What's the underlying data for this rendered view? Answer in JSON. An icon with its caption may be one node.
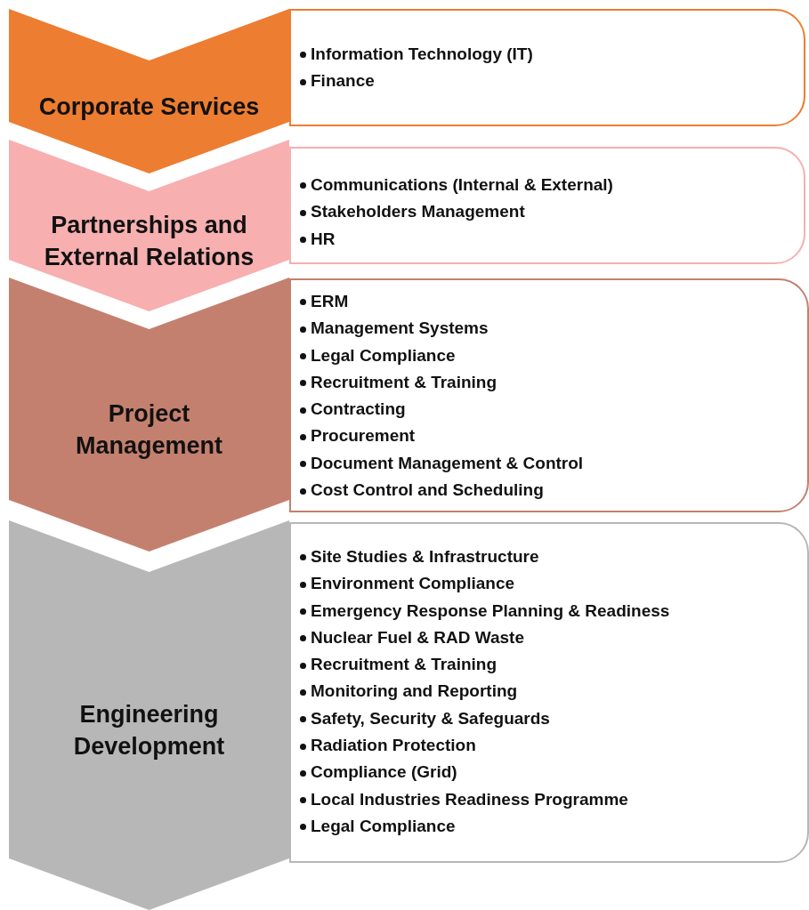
{
  "diagram": {
    "nodes": [
      {
        "text": [
          "Corporate Services"
        ]
      },
      {
        "text": [
          "Information Technology (IT)",
          "Finance"
        ]
      },
      {
        "text": [
          "Partnerships and External Relations"
        ]
      },
      {
        "text": [
          "Communications (Internal & External)",
          "Stakeholders Management",
          "HR"
        ]
      },
      {
        "text": [
          "Project Management"
        ]
      },
      {
        "text": [
          "ERM",
          "Management Systems",
          "Legal Compliance",
          "Recruitment & Training",
          "Contracting",
          "Procurement",
          "Document Management & Control",
          "Cost Control and Scheduling"
        ]
      },
      {
        "text": [
          "Engineering Development"
        ]
      },
      {
        "text": [
          "Site Studies & Infrastructure",
          "Environment Compliance",
          "Emergency Response Planning & Readiness",
          "Nuclear Fuel & RAD Waste",
          "Recruitment & Training",
          "Monitoring and Reporting",
          "Safety, Security & Safeguards",
          "Radiation Protection",
          "Compliance (Grid)",
          "Local Industries Readiness Programme",
          "Legal Compliance"
        ]
      }
    ]
  }
}
